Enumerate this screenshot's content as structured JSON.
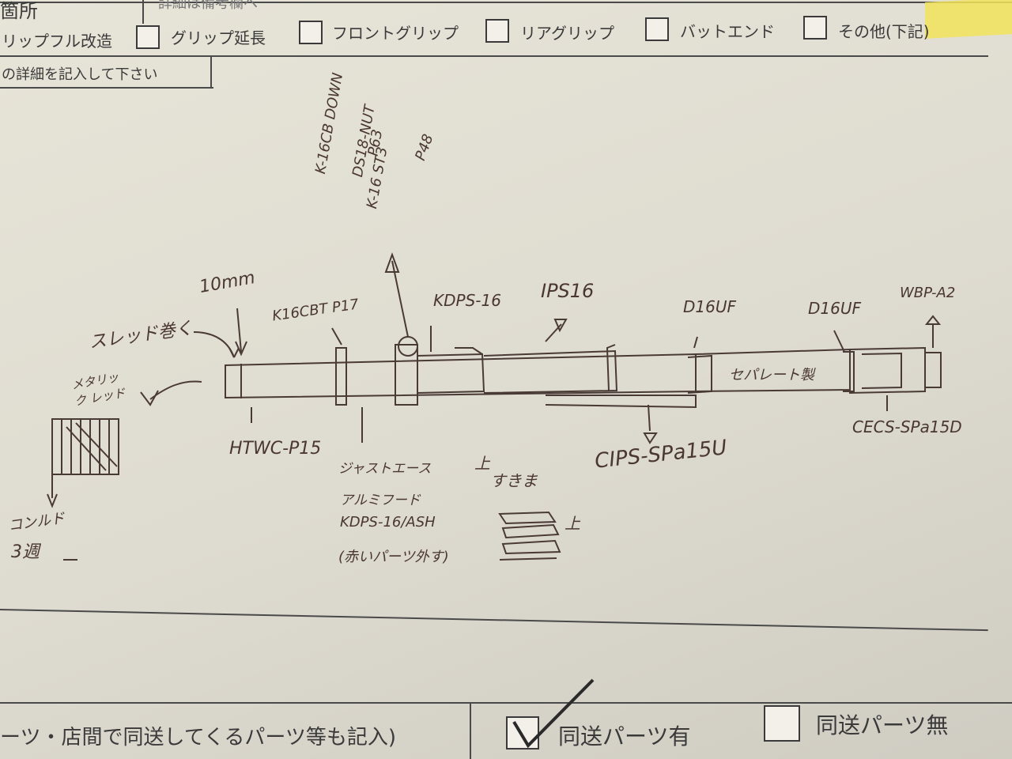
{
  "form": {
    "header_fragment": "箇所",
    "header_note": "詳細は備考欄へ",
    "options": [
      "リップフル改造",
      "グリップ延長",
      "フロントグリップ",
      "リアグリップ",
      "バットエンド",
      "その他(下記)"
    ],
    "details_label": "の詳細を記入して下さい",
    "footer_instruction": "ーツ・店間で同送してくるパーツ等も記入)",
    "footer_option_yes": "同送パーツ有",
    "footer_option_no": "同送パーツ無",
    "footer_option_yes_checked": true,
    "footer_option_no_checked": false
  },
  "notes": {
    "top_code_1": "K-16CB DOWN",
    "top_code_1_page": "P63",
    "top_code_2": "DS18-NUT",
    "top_code_3": "K-16 ST3",
    "top_code_3_page": "P48",
    "thread_wrap": "スレッド巻く",
    "distance": "10mm",
    "part_k16cbt": "K16CBT P17",
    "part_kdps16": "KDPS-16",
    "part_ips16": "IPS16",
    "part_d16uf_1": "D16UF",
    "part_d16uf_2": "D16UF",
    "part_wbp": "WBP-A2",
    "separate_label": "セパレート製",
    "metallic_red": "メタリック レッド",
    "htwc": "HTWC-P15",
    "just_ace_1": "ジャストエース",
    "just_ace_2": "アルミフード",
    "just_ace_3": "KDPS-16/ASH",
    "just_ace_4": "(赤いパーツ外す)",
    "cips": "CIPS-SPa15U",
    "cecs": "CECS-SPa15D",
    "top_mark": "上",
    "as_is": "すきま",
    "top_mark_2": "上",
    "conrod": "コンルド",
    "conrod_count": "3週"
  }
}
